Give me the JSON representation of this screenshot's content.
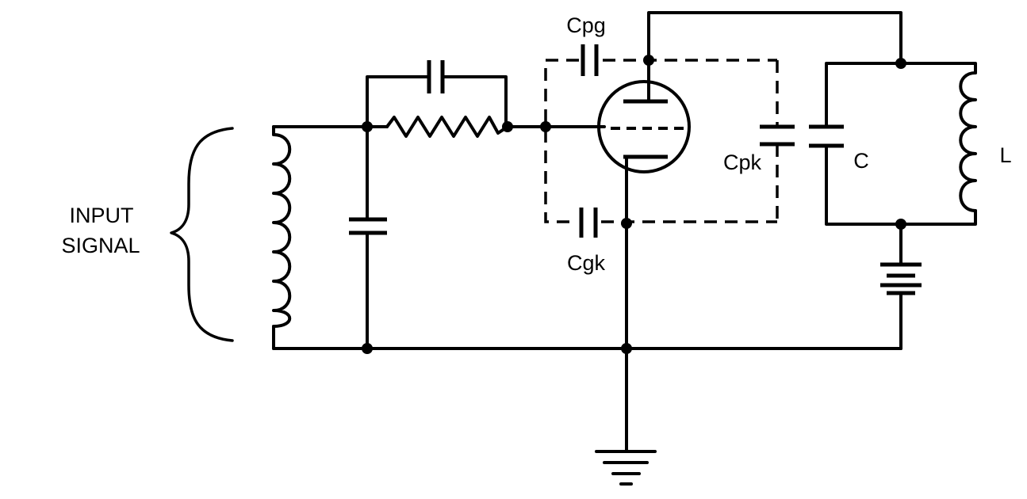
{
  "labels": {
    "input_line1": "INPUT",
    "input_line2": "SIGNAL",
    "cpg": "Cpg",
    "cpk": "Cpk",
    "cgk": "Cgk",
    "c": "C",
    "l": "L"
  }
}
